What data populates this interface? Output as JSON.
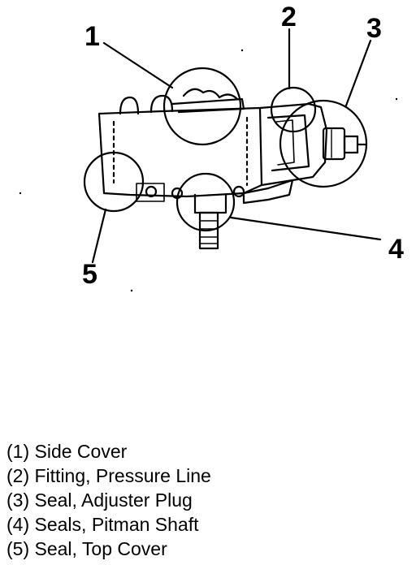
{
  "diagram": {
    "callouts": [
      "1",
      "2",
      "3",
      "4",
      "5"
    ]
  },
  "legend": [
    "(1) Side Cover",
    "(2) Fitting, Pressure Line",
    "(3) Seal, Adjuster Plug",
    "(4) Seals, Pitman Shaft",
    "(5) Seal, Top Cover"
  ]
}
